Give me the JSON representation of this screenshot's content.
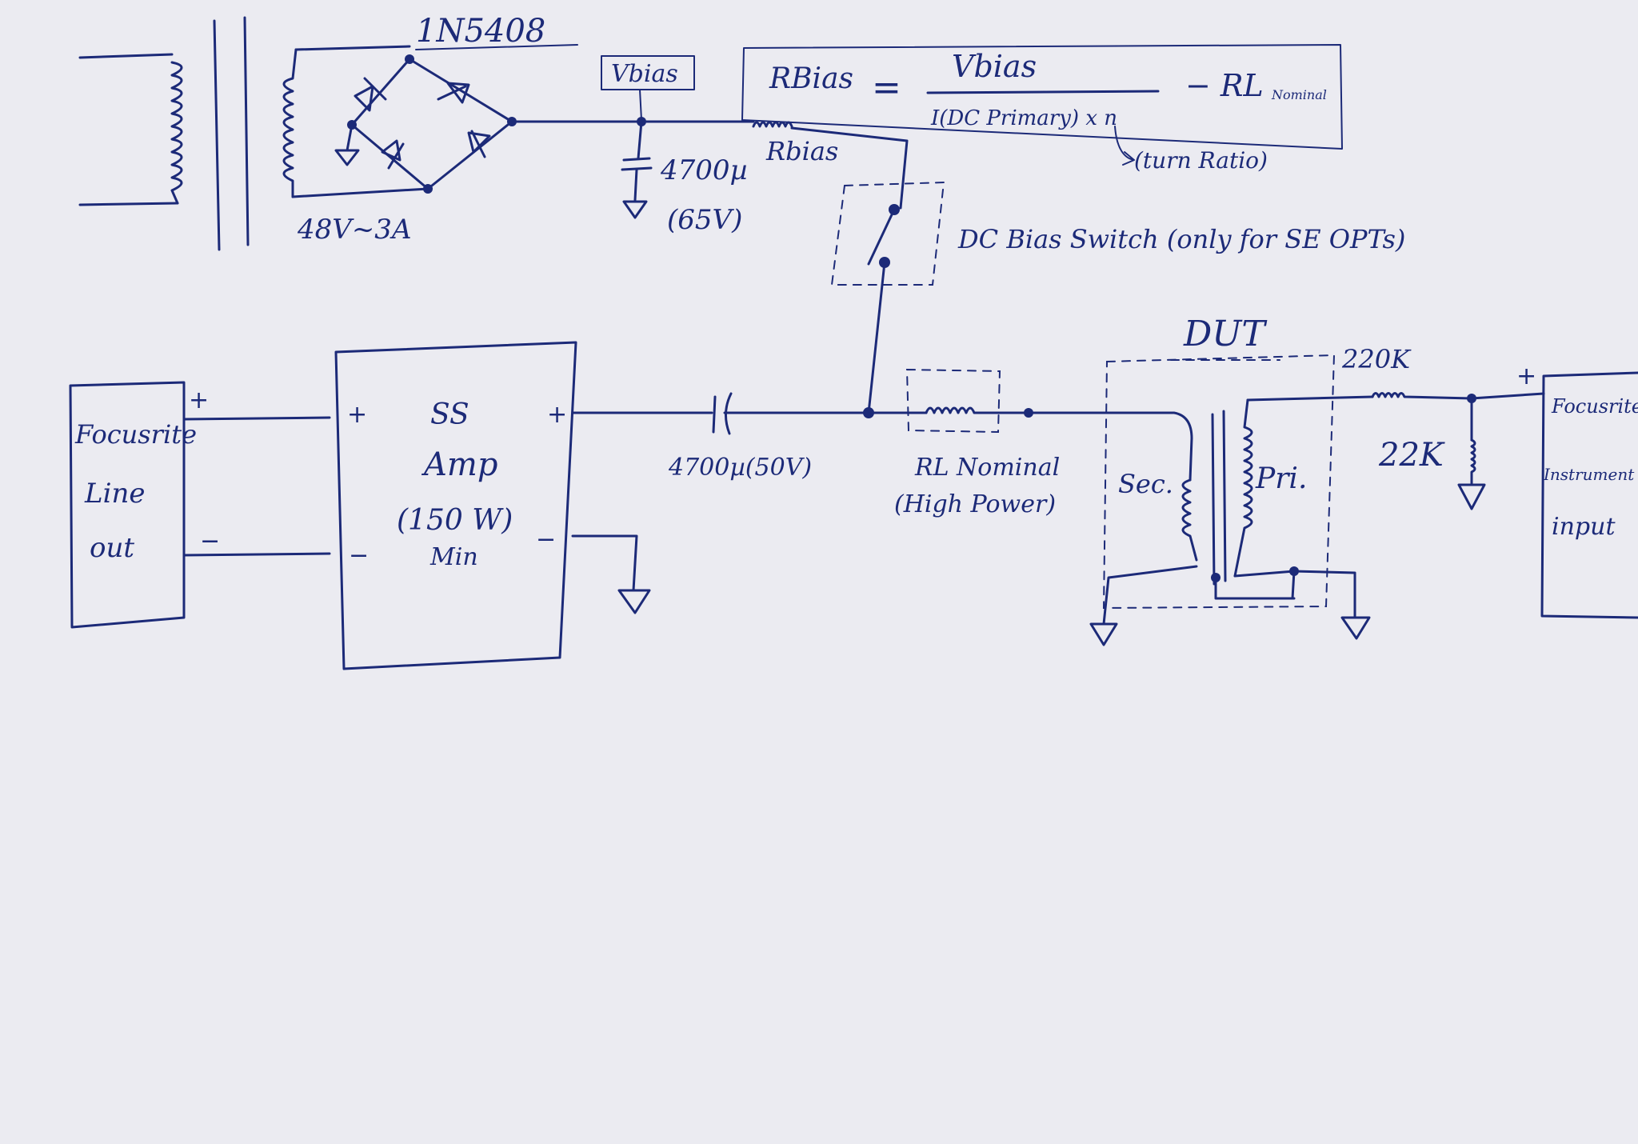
{
  "labels": {
    "diode": "1N5408",
    "transformer_rating": "48V~3A",
    "vbias_box": "Vbias",
    "bias_cap": "4700µ",
    "bias_cap_voltage": "(65V)",
    "rbias": "Rbias",
    "formula_lhs": "RBias",
    "formula_eq": "=",
    "formula_num": "Vbias",
    "formula_den": "I(DC Primary) x n",
    "formula_minus": "− RL",
    "formula_nominal": "Nominal",
    "turn_ratio": "(turn Ratio)",
    "dc_bias_switch": "DC Bias Switch (only for SE OPTs)",
    "line_out_1": "Focusrite",
    "line_out_2": "Line",
    "line_out_3": "out",
    "plus": "+",
    "minus": "−",
    "amp_1": "SS",
    "amp_2": "Amp",
    "amp_3": "(150 W)",
    "amp_4": "Min",
    "coupling_cap": "4700µ(50V)",
    "rl_1": "RL Nominal",
    "rl_2": "(High Power)",
    "dut": "DUT",
    "sec": "Sec.",
    "pri": "Pri.",
    "r220k": "220K",
    "r22k": "22K",
    "input_1": "Focusrite",
    "input_2": "Instrument",
    "input_3": "input"
  },
  "colors": {
    "ink": "#1c2a78",
    "paper": "#ebebf1"
  }
}
